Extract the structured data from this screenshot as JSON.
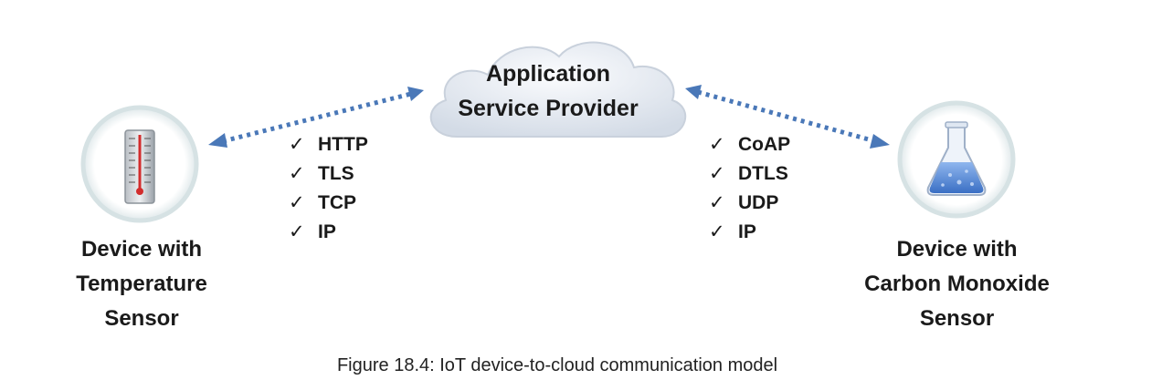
{
  "cloud": {
    "title_line1": "Application",
    "title_line2": "Service Provider"
  },
  "left_device": {
    "label_lines": [
      "Device with",
      "Temperature",
      "Sensor"
    ],
    "icon": "thermometer-icon",
    "protocols": [
      "HTTP",
      "TLS",
      "TCP",
      "IP"
    ]
  },
  "right_device": {
    "label_lines": [
      "Device with",
      "Carbon Monoxide",
      "Sensor"
    ],
    "icon": "flask-icon",
    "protocols": [
      "CoAP",
      "DTLS",
      "UDP",
      "IP"
    ]
  },
  "check_glyph": "✓",
  "caption": "Figure 18.4: IoT device-to-cloud communication model",
  "colors": {
    "arrow": "#4a78b8",
    "cloud": "#e4eaf2",
    "flask_liquid": "#4f85d4"
  }
}
